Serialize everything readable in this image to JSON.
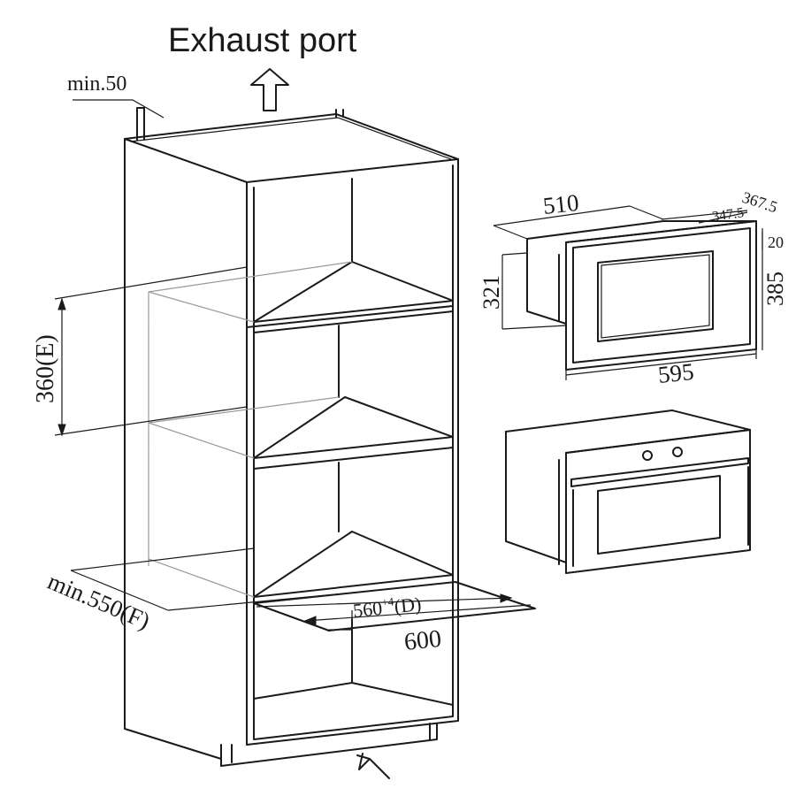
{
  "title": "Exhaust port",
  "labels": {
    "min_gap_top": "min.50",
    "height_e": "360(E)",
    "depth_f": "min.550(F)",
    "width_d_base": "560",
    "width_d_tol": "+4",
    "width_d_suffix": "(D)",
    "cabinet_width": "600"
  },
  "oven_dims": {
    "depth": "510",
    "top_outer": "367.5",
    "top_inner": "347.5",
    "top_small": "20",
    "height_body": "321",
    "height_front": "385",
    "width_front": "595"
  },
  "icons": {
    "exhaust": "up-arrow-icon",
    "airflow": "diagonal-arrow-icon"
  },
  "colors": {
    "line": "#1a1a1a",
    "background": "#ffffff"
  }
}
